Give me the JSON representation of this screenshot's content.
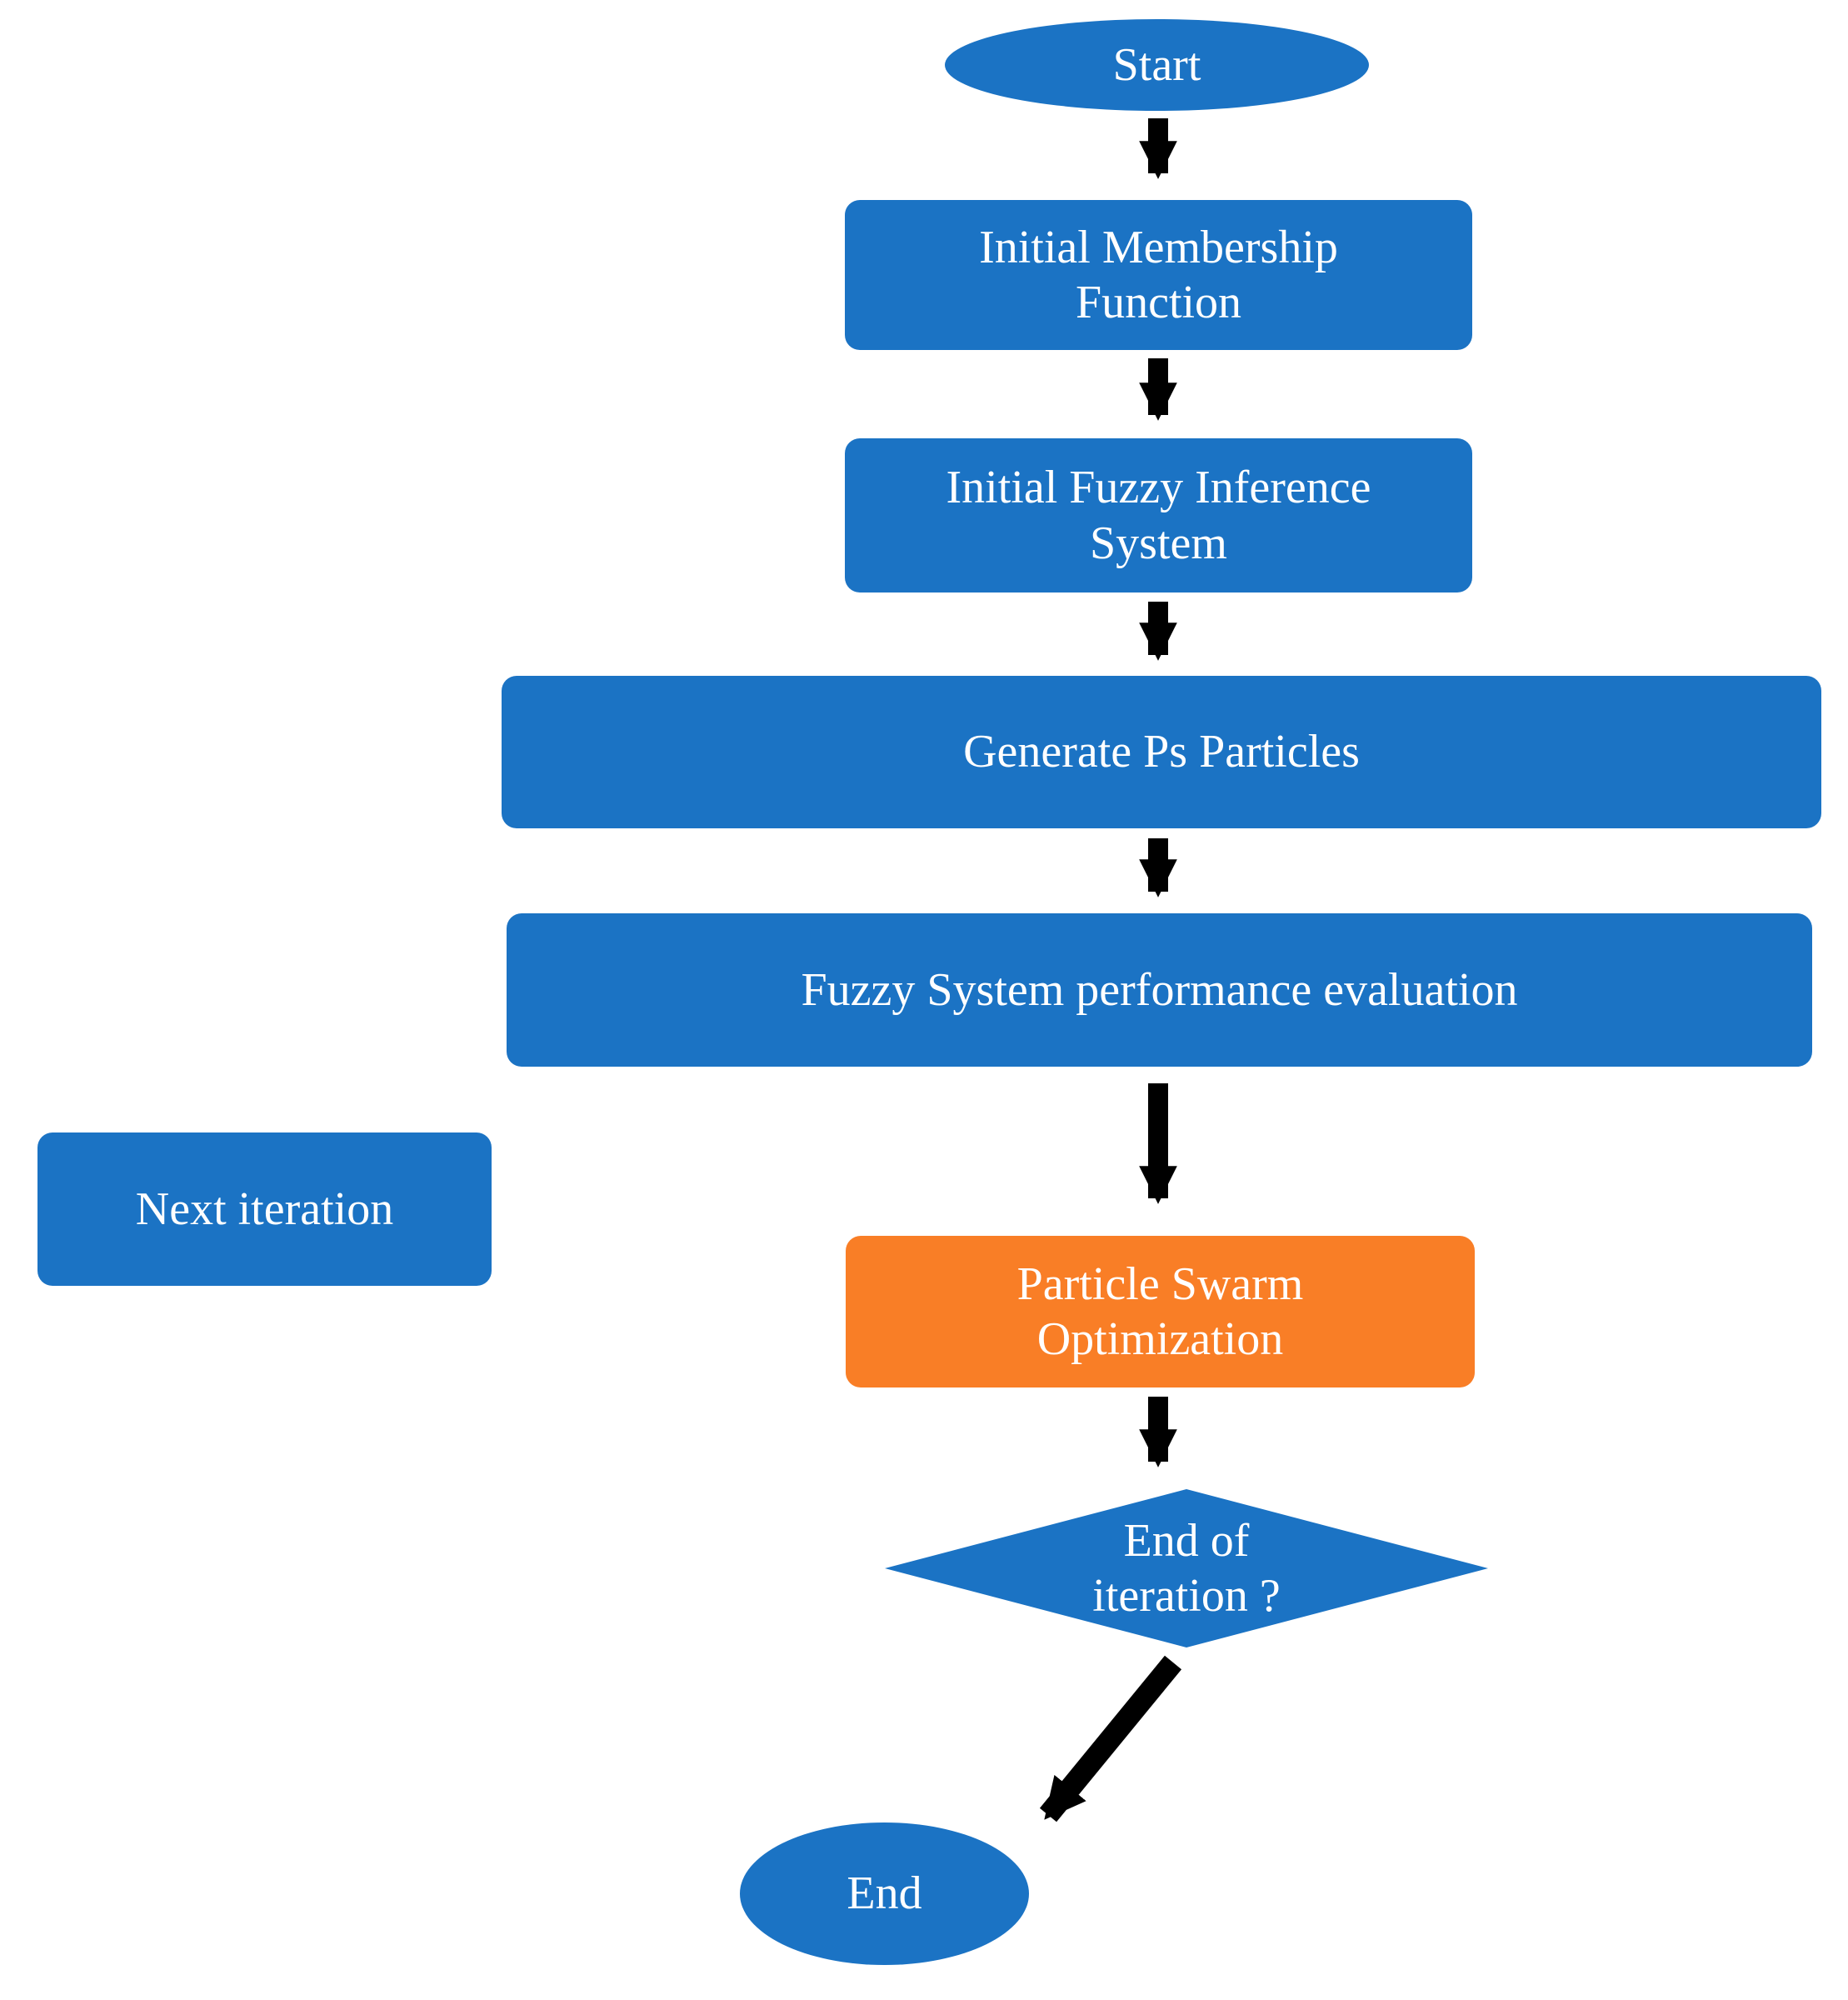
{
  "diagram": {
    "colors": {
      "node_blue": "#1B73C4",
      "node_orange": "#F97E26",
      "arrow_black": "#000000",
      "label_white": "#FFFFFF",
      "background": "#FFFFFF"
    },
    "nodes": {
      "start": {
        "lines": [
          "Start"
        ]
      },
      "initial_membership_function": {
        "lines": [
          "Initial Membership",
          "Function"
        ]
      },
      "initial_fuzzy_inference_system": {
        "lines": [
          "Initial Fuzzy Inference",
          "System"
        ]
      },
      "generate_ps_particles": {
        "lines": [
          "Generate Ps Particles"
        ]
      },
      "fuzzy_system_performance_evaluation": {
        "lines": [
          "Fuzzy System performance evaluation"
        ]
      },
      "next_iteration": {
        "lines": [
          "Next iteration"
        ]
      },
      "particle_swarm_optimization": {
        "lines": [
          "Particle Swarm",
          "Optimization"
        ]
      },
      "end_of_iteration": {
        "lines": [
          "End of",
          "iteration ?"
        ]
      },
      "end": {
        "lines": [
          "End"
        ]
      }
    }
  }
}
